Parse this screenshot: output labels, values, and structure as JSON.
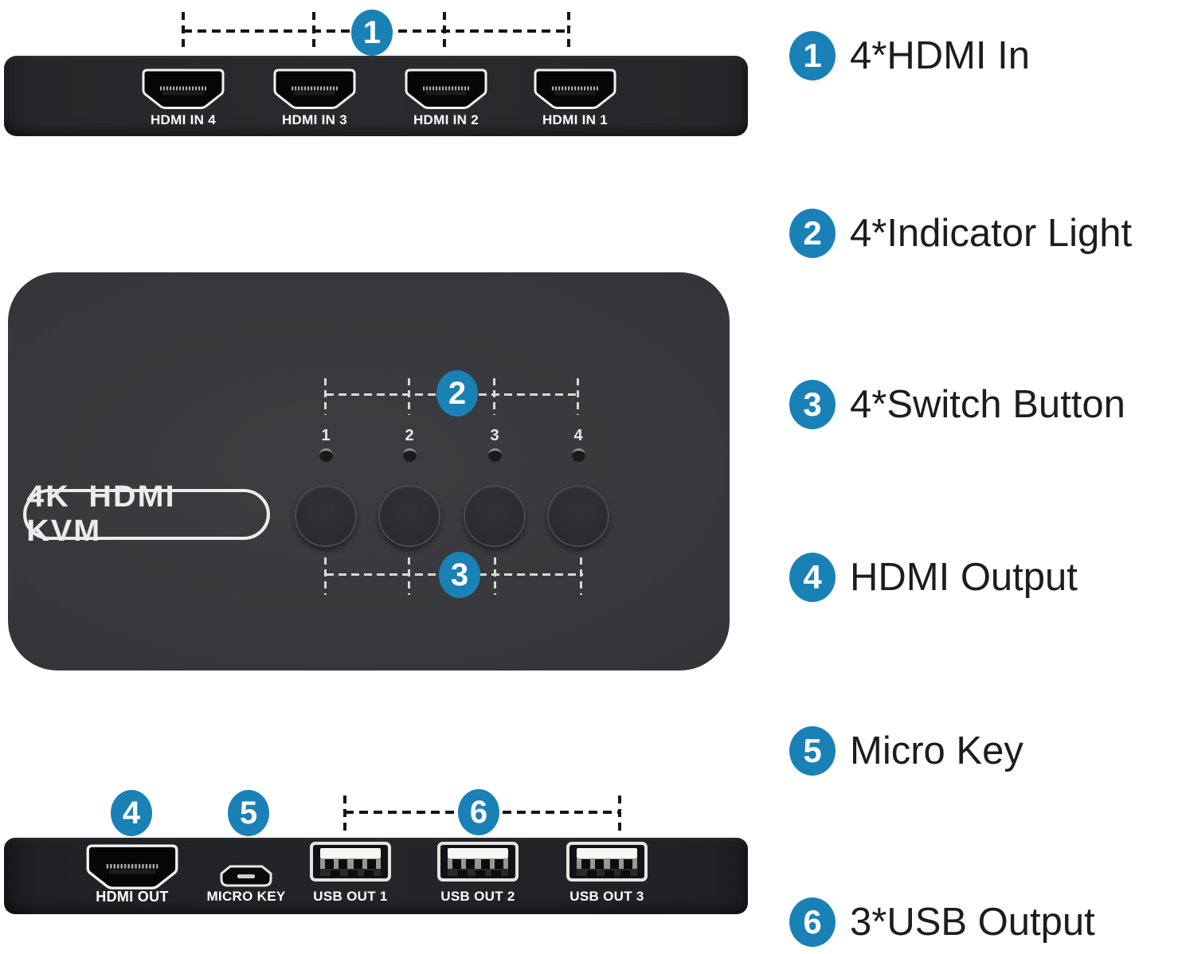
{
  "colors": {
    "accent": "#1a81b7",
    "device_body": "#38393c",
    "panel_dark": "#26272b",
    "label_text": "#1d1d1d"
  },
  "back_panel": {
    "callout": "1",
    "ports": [
      {
        "label": "HDMI IN 4"
      },
      {
        "label": "HDMI IN 3"
      },
      {
        "label": "HDMI IN 2"
      },
      {
        "label": "HDMI IN 1"
      }
    ]
  },
  "top_view": {
    "logo": "4K HDMI KVM",
    "indicator_callout": "2",
    "button_callout": "3",
    "indicators": [
      {
        "number": "1"
      },
      {
        "number": "2"
      },
      {
        "number": "3"
      },
      {
        "number": "4"
      }
    ]
  },
  "front_panel": {
    "hdmi_callout": "4",
    "micro_callout": "5",
    "usb_callout": "6",
    "hdmi_out_label": "HDMI OUT",
    "micro_key_label": "MICRO KEY",
    "usb_labels": [
      {
        "label": "USB OUT 1"
      },
      {
        "label": "USB OUT 2"
      },
      {
        "label": "USB OUT 3"
      }
    ]
  },
  "legend": {
    "items": [
      {
        "number": "1",
        "label": "4*HDMI In"
      },
      {
        "number": "2",
        "label": "4*Indicator Light"
      },
      {
        "number": "3",
        "label": "4*Switch Button"
      },
      {
        "number": "4",
        "label": "HDMI Output"
      },
      {
        "number": "5",
        "label": "Micro Key"
      },
      {
        "number": "6",
        "label": "3*USB Output"
      }
    ]
  }
}
